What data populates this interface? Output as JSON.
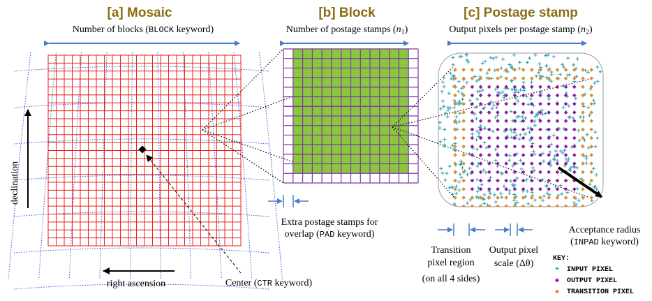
{
  "titles": {
    "mosaic": "[a] Mosaic",
    "block": "[b] Block",
    "stamp": "[c] Postage stamp"
  },
  "mosaic": {
    "width_label": "Number of blocks (BLOCK keyword)",
    "width_label_pre": "Number of blocks (",
    "width_label_kw": "BLOCK",
    "width_label_post": " keyword)",
    "dec_label": "declination",
    "ra_label": "right ascension",
    "center_pre": "Center (",
    "center_kw": "CTR",
    "center_post": " keyword)"
  },
  "block": {
    "width_label_pre": "Number of postage stamps (",
    "width_label_var": "n",
    "width_label_sub": "1",
    "width_label_post": ")",
    "pad_line1": "Extra postage stamps for",
    "pad_line2_pre": "overlap (",
    "pad_line2_kw": "PAD",
    "pad_line2_post": " keyword)"
  },
  "stamp": {
    "width_label_pre": "Output pixels per postage stamp (",
    "width_label_var": "n",
    "width_label_sub": "2",
    "width_label_post": ")",
    "transition_line1": "Transition",
    "transition_line2": "pixel region",
    "transition_line3": "(on all 4 sides)",
    "scale_line1": "Output pixel",
    "scale_line2": "scale (Δθ)",
    "accept_line1": "Acceptance radius",
    "accept_line2_pre": "(",
    "accept_line2_kw": "INPAD",
    "accept_line2_post": " keyword)"
  },
  "key": {
    "title": "KEY:",
    "items": [
      {
        "label": "INPUT PIXEL",
        "symbol": "+",
        "color": "#2a9fb0"
      },
      {
        "label": "OUTPUT PIXEL",
        "symbol": "◆",
        "color": "#8a1aa0"
      },
      {
        "label": "TRANSITION PIXEL",
        "symbol": "◆",
        "color": "#d9902e"
      }
    ]
  },
  "colors": {
    "title": "#8b6d16",
    "mosaic_grid": "#e8231c",
    "sky_grid": "#3a55d6",
    "block_grid": "#7a3aa8",
    "block_fill": "#8cc63f",
    "arrow_blue": "#4a7cc7"
  }
}
